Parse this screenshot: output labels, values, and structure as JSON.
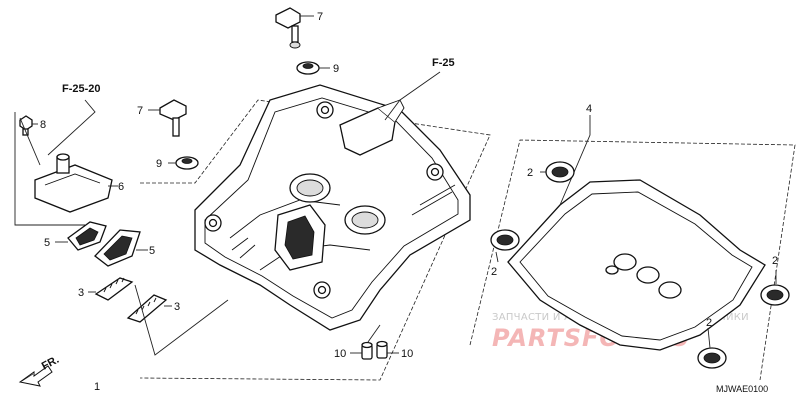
{
  "callouts": {
    "part_1": "1",
    "part_2a": "2",
    "part_2b": "2",
    "part_2c": "2",
    "part_2d": "2",
    "part_3a": "3",
    "part_3b": "3",
    "part_4": "4",
    "part_5a": "5",
    "part_5b": "5",
    "part_6": "6",
    "part_7a": "7",
    "part_7b": "7",
    "part_8": "8",
    "part_9a": "9",
    "part_9b": "9",
    "part_10a": "10",
    "part_10b": "10"
  },
  "references": {
    "ref_left": "F-25-20",
    "ref_top": "F-25"
  },
  "front_marker": "FR.",
  "diagram_code": "MJWAE0100",
  "watermark": {
    "tagline": "ЗАПЧАСТИ И АКСЕССУАРЫ ДЛЯ МОТОТЕХНИКИ",
    "brand": "PARTSFOR.RU"
  }
}
